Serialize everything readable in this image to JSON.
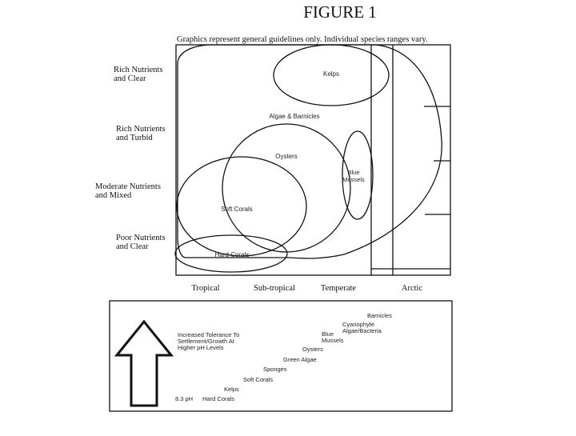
{
  "figure": {
    "title": "FIGURE 1",
    "note": "Graphics represent general guidelines only.  Individual species ranges vary."
  },
  "y_axis": {
    "labels": [
      [
        "Rich Nutrients",
        "and Clear"
      ],
      [
        "Rich Nutrients",
        "and Turbid"
      ],
      [
        "Moderate Nutrients",
        "and Mixed"
      ],
      [
        "Poor Nutrients",
        "and Clear"
      ]
    ]
  },
  "x_axis": {
    "labels": [
      "Tropical",
      "Sub-tropical",
      "Temperate",
      "Arctic"
    ]
  },
  "regions": {
    "kelps": "Kelps",
    "algae_barnicles": "Algae & Barnicles",
    "oysters": "Oysters",
    "blue_mussels": [
      "Blue",
      "Mussels"
    ],
    "soft_corals": "Soft Corals",
    "hard_corals": "Hard Corals"
  },
  "tolerance_panel": {
    "arrow_caption": [
      "Increased Tolerance To",
      "Settlement/Growth At",
      "Higher pH Levels"
    ],
    "ph_label": "8.3 pH",
    "ladder": [
      {
        "label": [
          "Hard Corals"
        ]
      },
      {
        "label": [
          "Kelps"
        ]
      },
      {
        "label": [
          "Soft Corals"
        ]
      },
      {
        "label": [
          "Sponges"
        ]
      },
      {
        "label": [
          "Green Algae"
        ]
      },
      {
        "label": [
          "Oysters"
        ]
      },
      {
        "label": [
          "Blue",
          "Mussels"
        ]
      },
      {
        "label": [
          "Cyanophyte",
          "Algae/Bacteria"
        ]
      },
      {
        "label": [
          "Barnicles"
        ]
      }
    ]
  }
}
